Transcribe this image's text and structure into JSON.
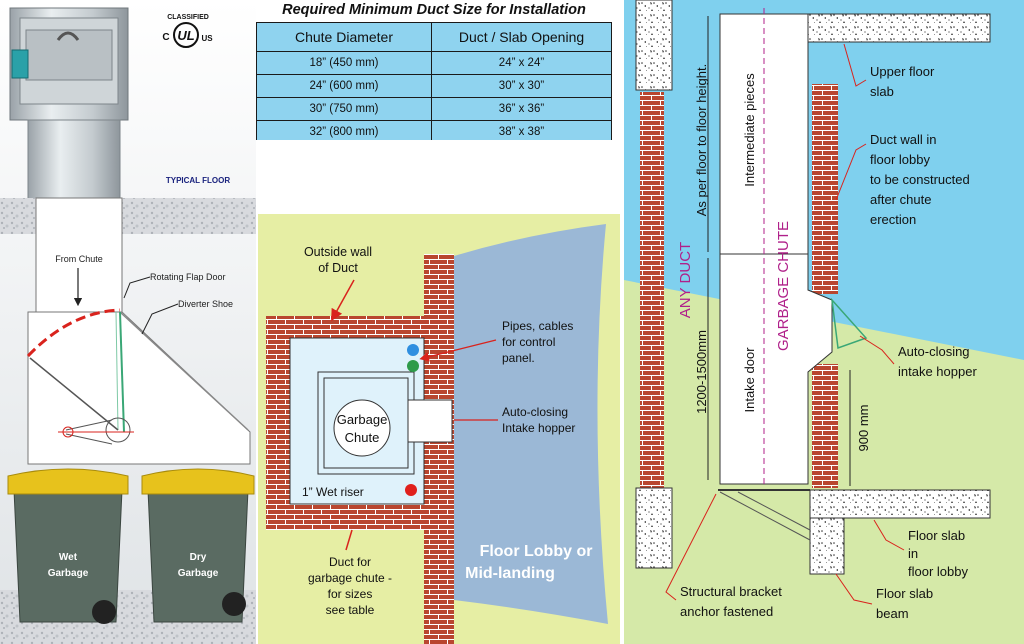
{
  "table": {
    "title": "Required Minimum Duct Size for Installation",
    "headers": [
      "Chute Diameter",
      "Duct / Slab Opening"
    ],
    "rows": [
      [
        "18” (450 mm)",
        "24” x 24”"
      ],
      [
        "24” (600 mm)",
        "30” x 30”"
      ],
      [
        "30” (750 mm)",
        "36” x 36”"
      ],
      [
        "32” (800 mm)",
        "38” x 38”"
      ]
    ]
  },
  "certification": {
    "top": "CLASSIFIED",
    "c": "C",
    "mark": "UL",
    "us": "US"
  },
  "diverter": {
    "typical_floor": "TYPICAL FLOOR",
    "from_chute": "From Chute",
    "rotating_flap_door": "Rotating Flap Door",
    "diverter_shoe": "Diverter Shoe",
    "bin_wet": [
      "Wet",
      "Garbage"
    ],
    "bin_dry": [
      "Dry",
      "Garbage"
    ]
  },
  "plan": {
    "outside_wall": [
      "Outside wall",
      "of Duct"
    ],
    "pipes": [
      "Pipes, cables",
      "for control",
      "panel."
    ],
    "chute": [
      "Garbage",
      "Chute"
    ],
    "hopper": [
      "Auto-closing",
      "Intake hopper"
    ],
    "wet_riser": "1” Wet riser",
    "duct_note": [
      "Duct for",
      "garbage chute -",
      "for sizes",
      "see table"
    ],
    "lobby": [
      "Floor Lobby or",
      "Mid-landing"
    ]
  },
  "section": {
    "floor_height": "As per floor to floor height.",
    "intermediate": "Intermediate pieces",
    "garbage_chute": "GARBAGE CHUTE",
    "any_duct": "ANY DUCT",
    "intake_range": "1200-1500mm",
    "intake_door": "Intake door",
    "mm900": "900 mm",
    "upper_slab": [
      "Upper floor",
      "slab"
    ],
    "duct_wall": [
      "Duct wall in",
      "floor lobby",
      "to be constructed",
      "after chute",
      "erection"
    ],
    "hopper": [
      "Auto-closing",
      "intake hopper"
    ],
    "floor_slab_lobby": [
      "Floor slab",
      "in",
      "floor lobby"
    ],
    "floor_slab_beam": [
      "Floor slab",
      "beam"
    ],
    "bracket": [
      "Structural bracket",
      "anchor fastened"
    ]
  },
  "colors": {
    "sky": "#7fd0ee",
    "ground": "#d5e9a8",
    "brick": "#b9462f",
    "mortar": "#ffffff",
    "panel_yellow": "#e6eea4",
    "lobby_blue": "#9bb8d6",
    "bin_body": "#5a6b62",
    "bin_lid": "#e7c21c",
    "leader_red": "#d9231d",
    "chute_magenta": "#b0208a"
  }
}
